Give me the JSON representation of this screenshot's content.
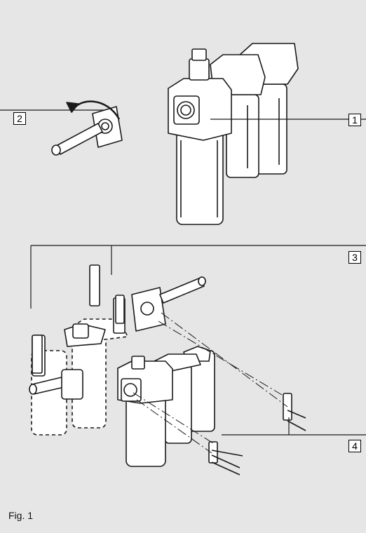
{
  "callouts": {
    "c1": "1",
    "c2": "2",
    "c3": "3",
    "c4": "4"
  },
  "caption": "Fig. 1"
}
